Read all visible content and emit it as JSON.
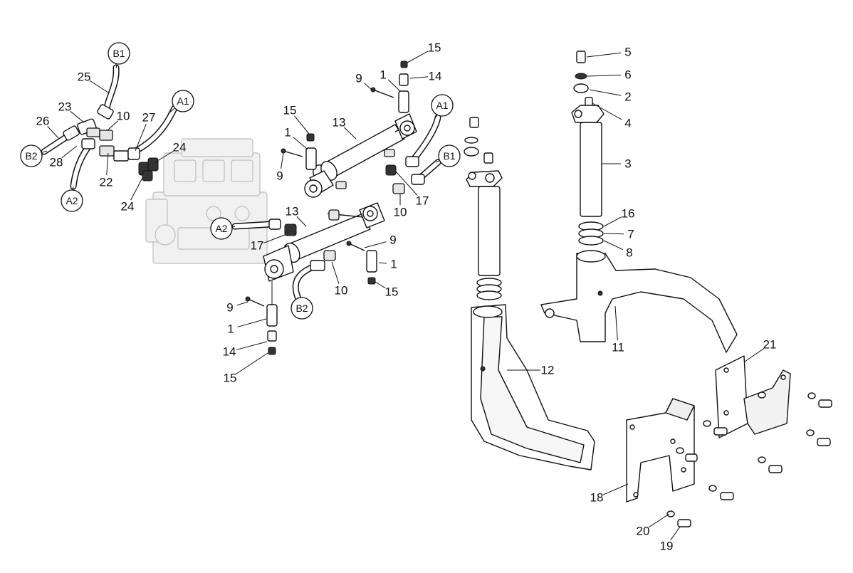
{
  "callouts": [
    {
      "id": "c-b1-top",
      "text": "B1",
      "circled": true
    },
    {
      "id": "c-25",
      "text": "25"
    },
    {
      "id": "c-23",
      "text": "23"
    },
    {
      "id": "c-26",
      "text": "26"
    },
    {
      "id": "c-10-a",
      "text": "10"
    },
    {
      "id": "c-27",
      "text": "27"
    },
    {
      "id": "c-a1-left",
      "text": "A1",
      "circled": true
    },
    {
      "id": "c-b2-left",
      "text": "B2",
      "circled": true
    },
    {
      "id": "c-28",
      "text": "28"
    },
    {
      "id": "c-24-a",
      "text": "24"
    },
    {
      "id": "c-22",
      "text": "22"
    },
    {
      "id": "c-a2-left",
      "text": "A2",
      "circled": true
    },
    {
      "id": "c-24-b",
      "text": "24"
    },
    {
      "id": "c-15-a",
      "text": "15"
    },
    {
      "id": "c-9-a",
      "text": "9"
    },
    {
      "id": "c-1-a",
      "text": "1"
    },
    {
      "id": "c-14-a",
      "text": "14"
    },
    {
      "id": "c-a1-mid",
      "text": "A1",
      "circled": true
    },
    {
      "id": "c-15-b",
      "text": "15"
    },
    {
      "id": "c-13-a",
      "text": "13"
    },
    {
      "id": "c-1-b",
      "text": "1"
    },
    {
      "id": "c-9-b",
      "text": "9"
    },
    {
      "id": "c-b1-mid",
      "text": "B1",
      "circled": true
    },
    {
      "id": "c-17-a",
      "text": "17"
    },
    {
      "id": "c-10-b",
      "text": "10"
    },
    {
      "id": "c-13-b",
      "text": "13"
    },
    {
      "id": "c-a2-mid",
      "text": "A2",
      "circled": true
    },
    {
      "id": "c-17-b",
      "text": "17"
    },
    {
      "id": "c-9-c",
      "text": "9"
    },
    {
      "id": "c-1-c",
      "text": "1"
    },
    {
      "id": "c-15-c",
      "text": "15"
    },
    {
      "id": "c-10-c",
      "text": "10"
    },
    {
      "id": "c-b2-mid",
      "text": "B2",
      "circled": true
    },
    {
      "id": "c-9-d",
      "text": "9"
    },
    {
      "id": "c-1-d",
      "text": "1"
    },
    {
      "id": "c-14-b",
      "text": "14"
    },
    {
      "id": "c-15-d",
      "text": "15"
    },
    {
      "id": "c-5",
      "text": "5"
    },
    {
      "id": "c-6",
      "text": "6"
    },
    {
      "id": "c-2",
      "text": "2"
    },
    {
      "id": "c-4",
      "text": "4"
    },
    {
      "id": "c-3",
      "text": "3"
    },
    {
      "id": "c-16",
      "text": "16"
    },
    {
      "id": "c-7",
      "text": "7"
    },
    {
      "id": "c-8",
      "text": "8"
    },
    {
      "id": "c-11",
      "text": "11"
    },
    {
      "id": "c-12",
      "text": "12"
    },
    {
      "id": "c-21",
      "text": "21"
    },
    {
      "id": "c-18",
      "text": "18"
    },
    {
      "id": "c-20",
      "text": "20"
    },
    {
      "id": "c-19",
      "text": "19"
    }
  ]
}
